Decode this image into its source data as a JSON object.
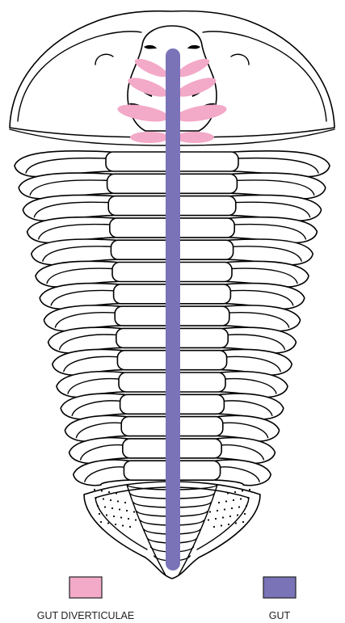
{
  "figure": {
    "subject": "trilobite",
    "colors": {
      "gut": "#7a73b8",
      "gut_diverticulae": "#f3a9c8",
      "outline": "#000000",
      "background": "#ffffff"
    }
  },
  "legend": {
    "items": [
      {
        "label": "GUT DIVERTICULAE",
        "color": "#f3a9c8"
      },
      {
        "label": "GUT",
        "color": "#7a73b8"
      }
    ]
  }
}
